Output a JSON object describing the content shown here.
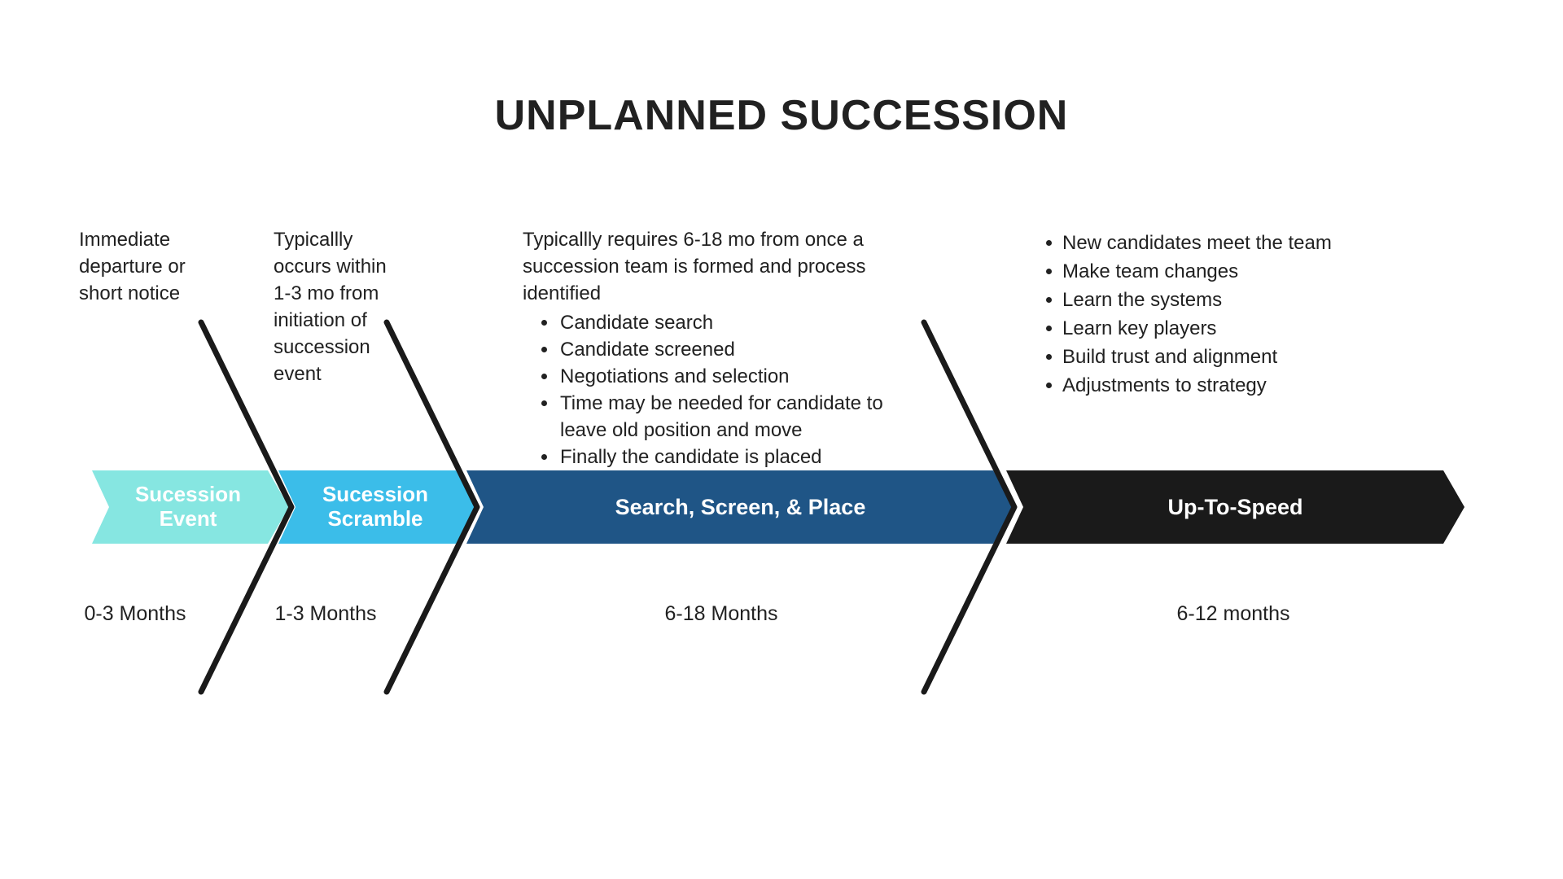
{
  "title": "UNPLANNED SUCCESSION",
  "palette": {
    "background": "#FFFFFF",
    "stage1_fill": "#86E6E1",
    "stage2_fill": "#3BBDE9",
    "stage3_fill": "#1F5586",
    "stage4_fill": "#1A1A1A",
    "separator_stroke": "#1A1A1A",
    "body_text": "#212121",
    "stage_label_text": "#FFFFFF"
  },
  "stages": [
    {
      "label": "Sucession Event",
      "duration": "0-3 Months",
      "description": "Immediate departure or short notice",
      "color": "#86E6E1"
    },
    {
      "label": "Sucession Scramble",
      "duration": "1-3 Months",
      "description": "Typicallly occurs within 1-3 mo from initiation of succession event",
      "color": "#3BBDE9"
    },
    {
      "label": "Search, Screen, & Place",
      "duration": "6-18 Months",
      "description": "Typicallly requires 6-18 mo from once a succession team is formed and process identified",
      "bullets": [
        "Candidate search",
        "Candidate screened",
        "Negotiations and selection",
        "Time may be needed for candidate to leave old position and move",
        "Finally the candidate is placed"
      ],
      "color": "#1F5586"
    },
    {
      "label": "Up-To-Speed",
      "duration": "6-12 months",
      "bullets": [
        "New candidates meet the team",
        "Make team changes",
        "Learn the systems",
        "Learn key players",
        "Build trust and alignment",
        "Adjustments to strategy"
      ],
      "color": "#1A1A1A"
    }
  ]
}
